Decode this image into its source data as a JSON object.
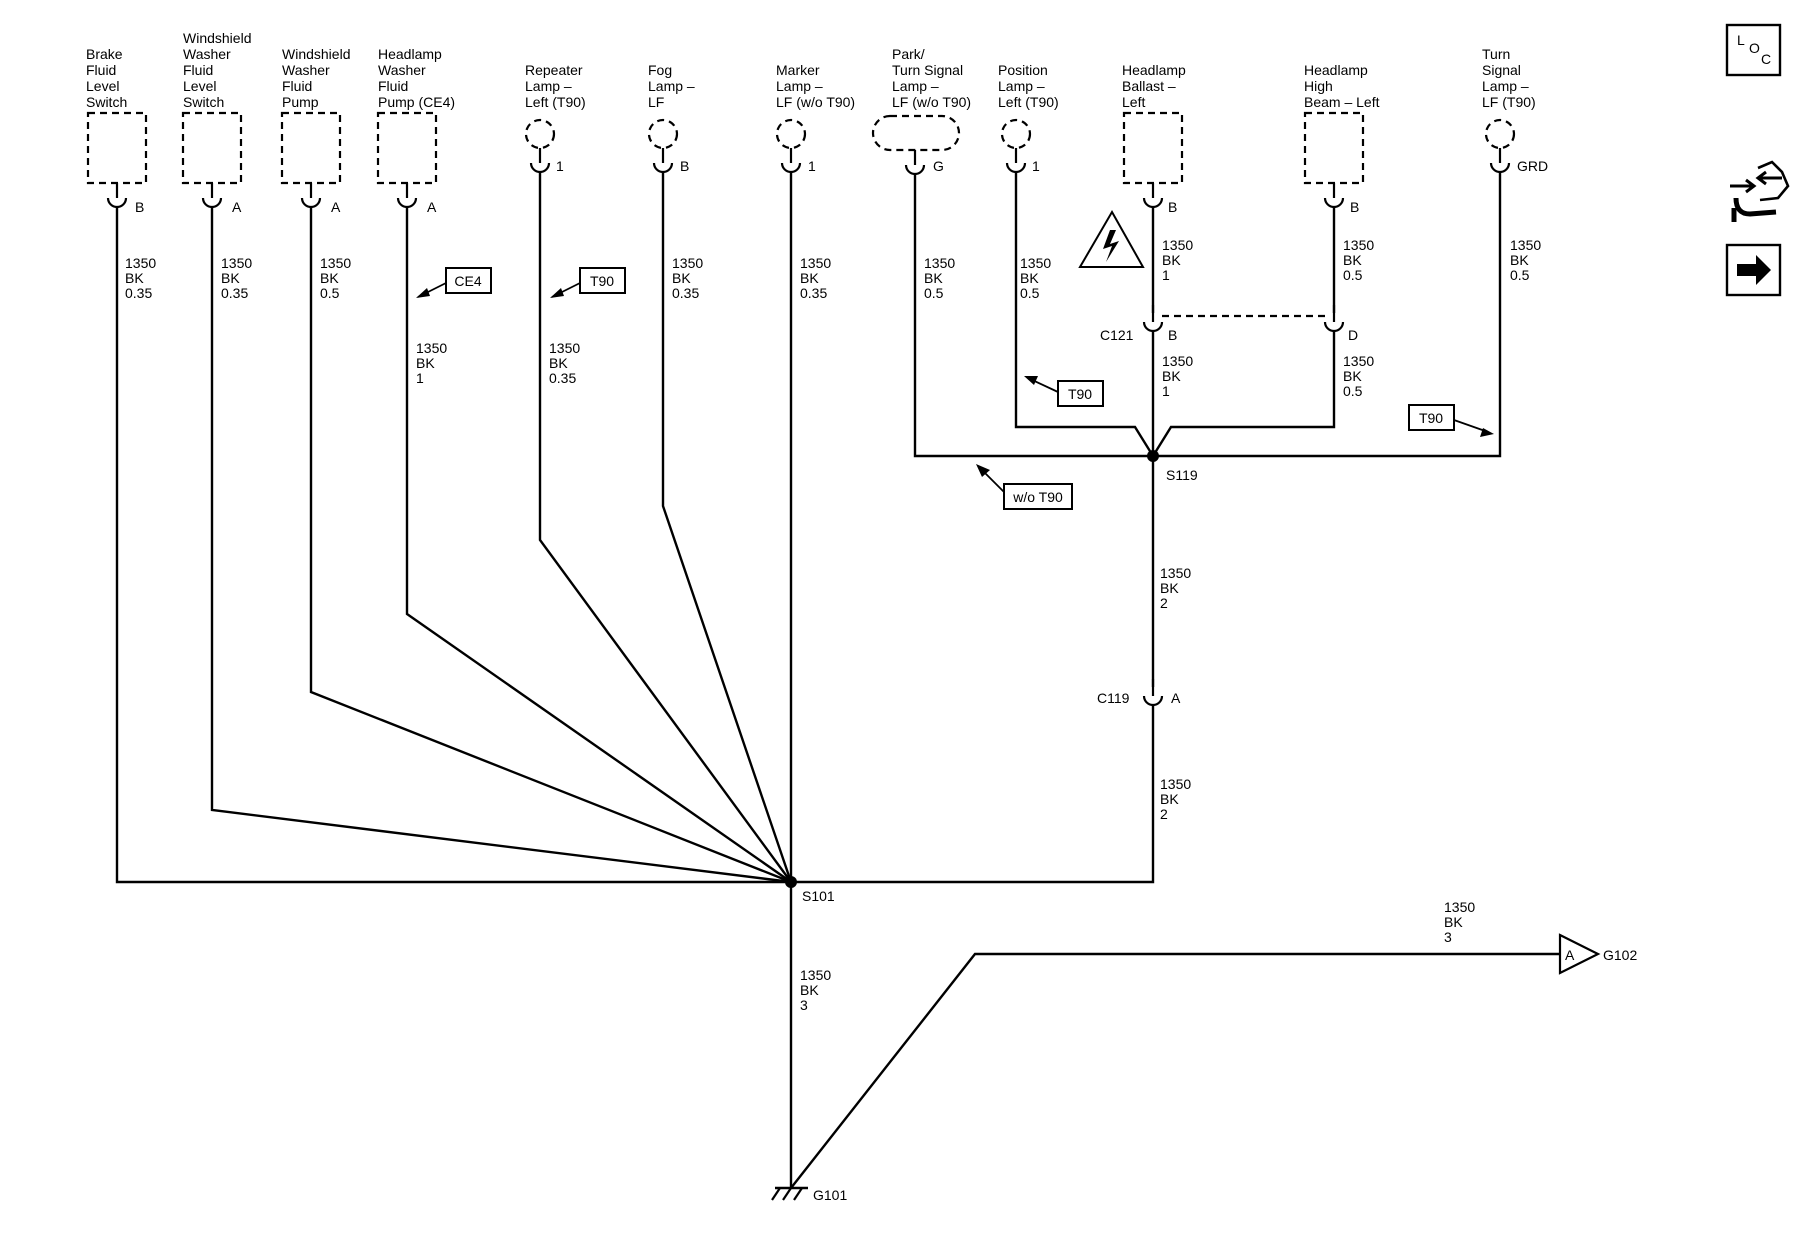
{
  "components": [
    {
      "name": [
        "Brake",
        "Fluid",
        "Level",
        "Switch"
      ],
      "pin": "B",
      "wire": [
        "1350",
        "BK",
        "0.35"
      ]
    },
    {
      "name": [
        "Windshield",
        "Washer",
        "Fluid",
        "Level",
        "Switch"
      ],
      "pin": "A",
      "wire": [
        "1350",
        "BK",
        "0.35"
      ]
    },
    {
      "name": [
        "Windshield",
        "Washer",
        "Fluid",
        "Pump"
      ],
      "pin": "A",
      "wire": [
        "1350",
        "BK",
        "0.5"
      ]
    },
    {
      "name": [
        "Headlamp",
        "Washer",
        "Fluid",
        "Pump (CE4)"
      ],
      "pin": "A",
      "wire": [
        "1350",
        "BK",
        "1"
      ],
      "option": "CE4"
    },
    {
      "name": [
        "Repeater",
        "Lamp –",
        "Left (T90)"
      ],
      "pin": "1",
      "wire": [
        "1350",
        "BK",
        "0.35"
      ],
      "option": "T90"
    },
    {
      "name": [
        "Fog",
        "Lamp –",
        "LF"
      ],
      "pin": "B",
      "wire": [
        "1350",
        "BK",
        "0.35"
      ]
    },
    {
      "name": [
        "Marker",
        "Lamp –",
        "LF (w/o T90)"
      ],
      "pin": "1",
      "wire": [
        "1350",
        "BK",
        "0.35"
      ]
    },
    {
      "name": [
        "Park/",
        "Turn Signal",
        "Lamp –",
        "LF (w/o T90)"
      ],
      "pin": "G",
      "wire": [
        "1350",
        "BK",
        "0.5"
      ]
    },
    {
      "name": [
        "Position",
        "Lamp –",
        "Left (T90)"
      ],
      "pin": "1",
      "wire": [
        "1350",
        "BK",
        "0.5"
      ],
      "option": "T90"
    },
    {
      "name": [
        "Headlamp",
        "Ballast –",
        "Left"
      ],
      "pin": "B",
      "wire": [
        "1350",
        "BK",
        "1"
      ]
    },
    {
      "name": [
        "Headlamp",
        "High",
        "Beam – Left"
      ],
      "pin": "B",
      "wire": [
        "1350",
        "BK",
        "0.5"
      ]
    },
    {
      "name": [
        "Turn",
        "Signal",
        "Lamp –",
        "LF (T90)"
      ],
      "pin": "GRD",
      "wire": [
        "1350",
        "BK",
        "0.5"
      ],
      "option": "T90"
    }
  ],
  "connectors": {
    "c121": {
      "id": "C121",
      "pin_left": "B",
      "pin_right": "D"
    },
    "c119": {
      "id": "C119",
      "pin": "A"
    }
  },
  "wires": {
    "c121_ballast": [
      "1350",
      "BK",
      "1"
    ],
    "c121_highbeam": [
      "1350",
      "BK",
      "0.5"
    ],
    "s119_down": [
      "1350",
      "BK",
      "2"
    ],
    "c119_down": [
      "1350",
      "BK",
      "2"
    ],
    "s101_down": [
      "1350",
      "BK",
      "3"
    ],
    "to_g102": [
      "1350",
      "BK",
      "3"
    ]
  },
  "splices": {
    "s101": "S101",
    "s119": "S119"
  },
  "grounds": {
    "g101": "G101",
    "g102": "G102",
    "g102_pin": "A"
  },
  "options": {
    "wo_t90": "w/o T90"
  },
  "side_icons": {
    "loc_l": "L",
    "loc_o": "O",
    "loc_c": "C",
    "icons": [
      "loc-icon",
      "wiring-harness-icon",
      "next-arrow-icon"
    ]
  },
  "warning_icon": "electrostatic-discharge-warning-icon"
}
